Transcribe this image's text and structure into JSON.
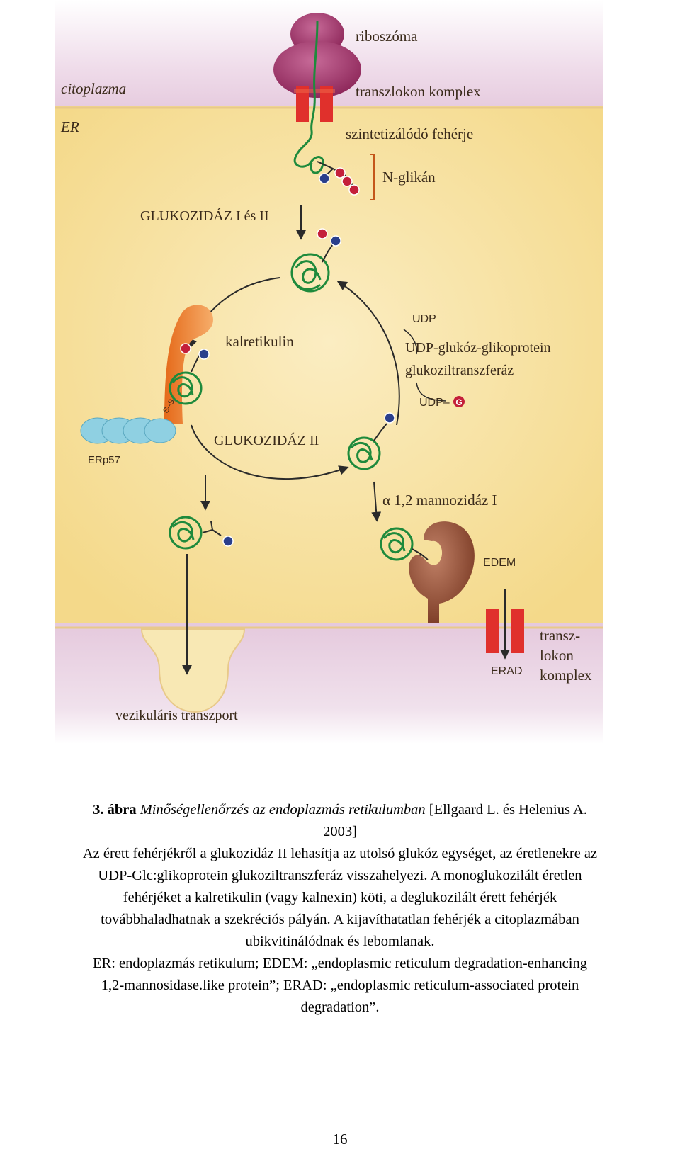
{
  "figure": {
    "regions": {
      "cytoplasm": "citoplazma",
      "er": "ER"
    },
    "labels": {
      "ribosome": "riboszóma",
      "translocon_complex": "transzlokon komplex",
      "nascent_protein": "szintetizálódó fehérje",
      "n_glycan": "N-glikán",
      "glucosidase_1_2": "GLUKOZIDÁZ I és II",
      "calreticulin": "kalretikulin",
      "erp57": "ERp57",
      "glucosidase_2": "GLUKOZIDÁZ II",
      "udp": "UDP",
      "udp_transferase_line1": "UDP-glukóz-glikoprotein",
      "udp_transferase_line2": "glukoziltranszferáz",
      "udp_g_prefix": "UDP–",
      "udp_g_letter": "G",
      "mannosidase": "α 1,2 mannozidáz I",
      "edem": "EDEM",
      "vesicular_transport": "vezikuláris transzport",
      "erad": "ERAD",
      "translocon2_line1": "transz-",
      "translocon2_line2": "lokon",
      "translocon2_line3": "komplex",
      "ss": "S–S"
    },
    "colors": {
      "cytoplasm_bg": "#e7cfe0",
      "er_bg": "#f7e4a8",
      "ribosome": "#9c2e63",
      "translocon": "#e0302c",
      "protein": "#1e8a3c",
      "glucose": "#c41f3a",
      "mannose": "#2a3f8c",
      "calreticulin": "#f08a2c",
      "erp57": "#8fd0e2",
      "edem": "#8a4a32"
    }
  },
  "caption": {
    "number": "3. ábra",
    "title": "Minőségellenőrzés az endoplazmás retikulumban",
    "reference_line1": "[Ellgaard L. és Helenius A.",
    "reference_line2": "2003]",
    "lines": [
      "Az érett fehérjékről a glukozidáz II lehasítja az utolsó glukóz egységet, az éretlenekre az",
      "UDP-Glc:glikoprotein glukoziltranszferáz visszahelyezi. A monoglukozilált éretlen",
      "fehérjéket a kalretikulin (vagy kalnexin) köti, a deglukozilált érett fehérjék",
      "továbbhaladhatnak a szekréciós pályán. A kijavíthatatlan fehérjék a citoplazmában",
      "ubikvitinálódnak és lebomlanak.",
      "ER: endoplazmás retikulum; EDEM: „endoplasmic reticulum degradation-enhancing",
      "1,2-mannosidase.like protein”; ERAD: „endoplasmic reticulum-associated protein",
      "degradation”."
    ]
  },
  "page_number": "16"
}
